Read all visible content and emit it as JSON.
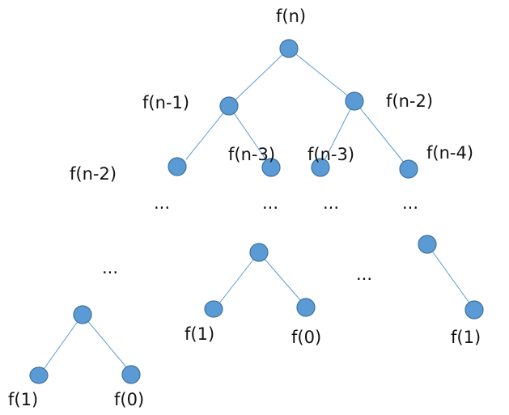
{
  "colors": {
    "node_fill": "#5b9bd5",
    "node_stroke": "#41719c",
    "edge": "#5b9bd5",
    "text": "#111111"
  },
  "labels": {
    "root": "f(n)",
    "l1_left": "f(n-1)",
    "l1_right": "f(n-2)",
    "l2_a": "f(n-2)",
    "l2_b": "f(n-3)",
    "l2_c": "f(n-3)",
    "l2_d": "f(n-4)",
    "ellipsis": "...",
    "sub1_left": "f(1)",
    "sub1_right": "f(0)",
    "sub2_left": "f(1)",
    "sub2_right": "f(0)",
    "sub3_right": "f(1)"
  }
}
